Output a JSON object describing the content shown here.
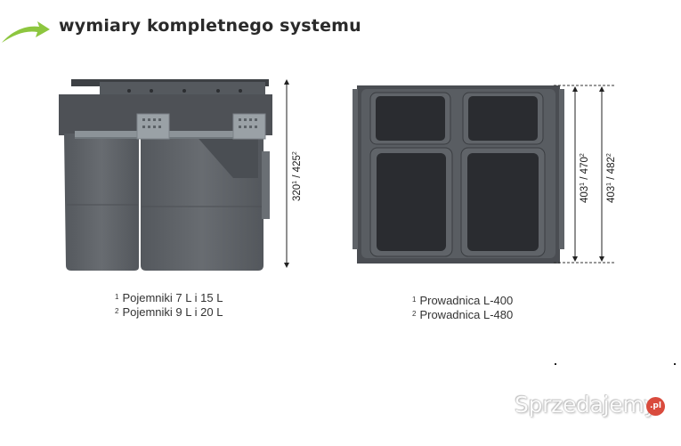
{
  "header": {
    "title": "wymiary kompletnego systemu",
    "accent_color": "#8dc63f"
  },
  "left_view": {
    "captions": [
      {
        "marker": "1",
        "text": "Pojemniki 7 L i 15 L"
      },
      {
        "marker": "2",
        "text": "Pojemniki 9 L i 20 L"
      }
    ],
    "dimension": {
      "v1": "320",
      "m1": "1",
      "sep": " / ",
      "v2": "425",
      "m2": "2"
    }
  },
  "right_view": {
    "captions": [
      {
        "marker": "1",
        "text": "Prowadnica L-400"
      },
      {
        "marker": "2",
        "text": "Prowadnica L-480"
      }
    ],
    "dimension_inner": {
      "v1": "403",
      "m1": "1",
      "sep": " / ",
      "v2": "470",
      "m2": "2"
    },
    "dimension_outer": {
      "v1": "403",
      "m1": "1",
      "sep": " / ",
      "v2": "482",
      "m2": "2"
    }
  },
  "watermark": {
    "text": "Sprzedajemy",
    "badge": ".pl"
  },
  "colors": {
    "bin": "#5d6166",
    "bin_dark": "#3b3e42",
    "rail": "#8c9398",
    "frame": "#4a4d52"
  }
}
